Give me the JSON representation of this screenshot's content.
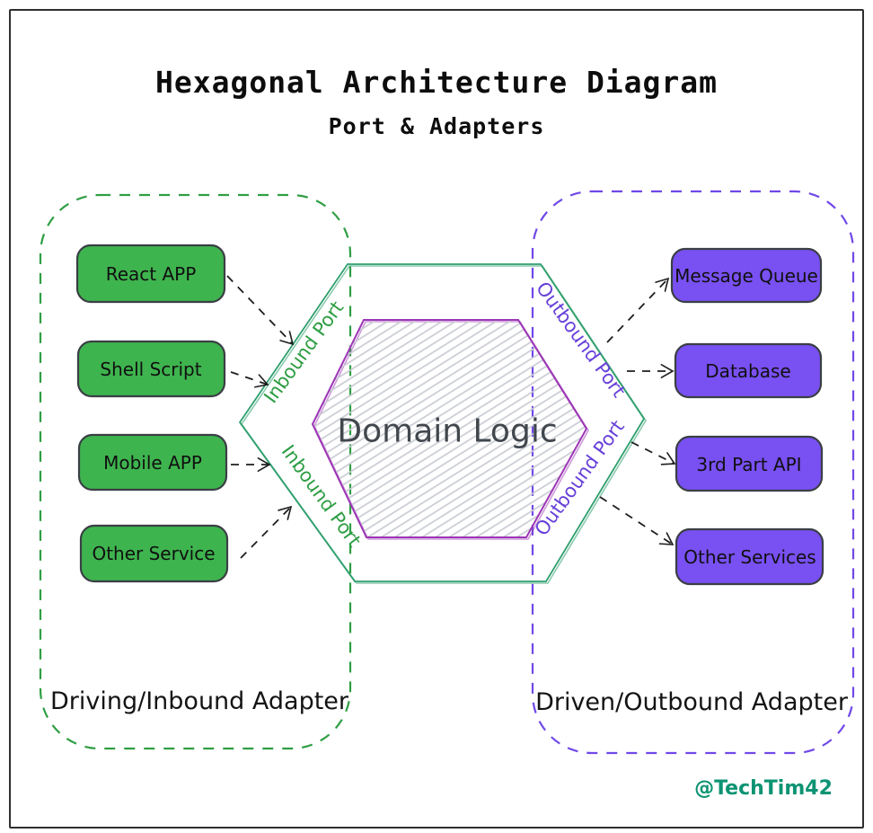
{
  "title": "Hexagonal Architecture Diagram",
  "subtitle": "Port & Adapters",
  "watermark": "@TechTim42",
  "colors": {
    "green_fill": "#3eb44e",
    "green_dash": "#2f9e44",
    "purple_fill": "#7950f2",
    "purple_dash": "#7048e8",
    "hex_outer_stroke": "#2e9e6d",
    "hex_inner_stroke": "#9c36b5",
    "hatch": "#c9ccd2",
    "arrow": "#1e1e1e",
    "inbound_text": "#2f9e44",
    "outbound_text": "#6741d9",
    "watermark_text": "#0c9373"
  },
  "left_adapter": {
    "label": "Driving/Inbound Adapter",
    "boxes": [
      "React APP",
      "Shell Script",
      "Mobile APP",
      "Other Service"
    ]
  },
  "right_adapter": {
    "label": "Driven/Outbound Adapter",
    "boxes": [
      "Message Queue",
      "Database",
      "3rd Part API",
      "Other Services"
    ]
  },
  "hexagon": {
    "core": "Domain Logic",
    "inbound": "Inbound Port",
    "outbound": "Outbound Port"
  }
}
